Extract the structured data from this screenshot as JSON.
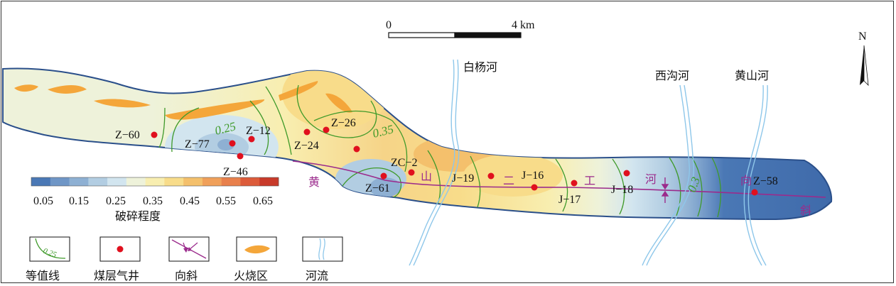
{
  "scale_bar": {
    "start": "0",
    "end": "4 km"
  },
  "north": "N",
  "rivers": [
    {
      "name": "白杨河"
    },
    {
      "name": "西沟河"
    },
    {
      "name": "黄山河"
    }
  ],
  "syncline_chars": [
    "黄",
    "山",
    "二",
    "工",
    "河",
    "向",
    "斜"
  ],
  "contour_labels": [
    "0.25",
    "0.35",
    "0.3"
  ],
  "wells": [
    "Z−60",
    "Z−77",
    "Z−12",
    "Z−46",
    "Z−24",
    "Z−26",
    "ZC−2",
    "Z−61",
    "J−19",
    "J−16",
    "J−17",
    "J−18",
    "Z−58"
  ],
  "colorbar": {
    "title": "破碎程度",
    "ticks": [
      "0.05",
      "0.15",
      "0.25",
      "0.35",
      "0.45",
      "0.55",
      "0.65"
    ],
    "colors": [
      "#4a78b5",
      "#6f96c6",
      "#8eb0d3",
      "#b2cde2",
      "#d2e5ef",
      "#eef2da",
      "#f8eeb0",
      "#f8dc8a",
      "#f4c06c",
      "#f0a05a",
      "#e8804c",
      "#dc5b3a",
      "#c83a2a"
    ]
  },
  "legend": [
    {
      "label": "等值线",
      "icon": "contour-line-icon"
    },
    {
      "label": "煤层气井",
      "icon": "well-dot-icon"
    },
    {
      "label": "向斜",
      "icon": "syncline-icon"
    },
    {
      "label": "火烧区",
      "icon": "burn-area-icon"
    },
    {
      "label": "河流",
      "icon": "river-icon"
    }
  ],
  "legend_contour_sample": "0.25",
  "colors": {
    "contour": "#3f9a2a",
    "well": "#e0101e",
    "syncline": "#9b2b8c",
    "burn": "#f4a63a",
    "river": "#8ec7ea"
  }
}
